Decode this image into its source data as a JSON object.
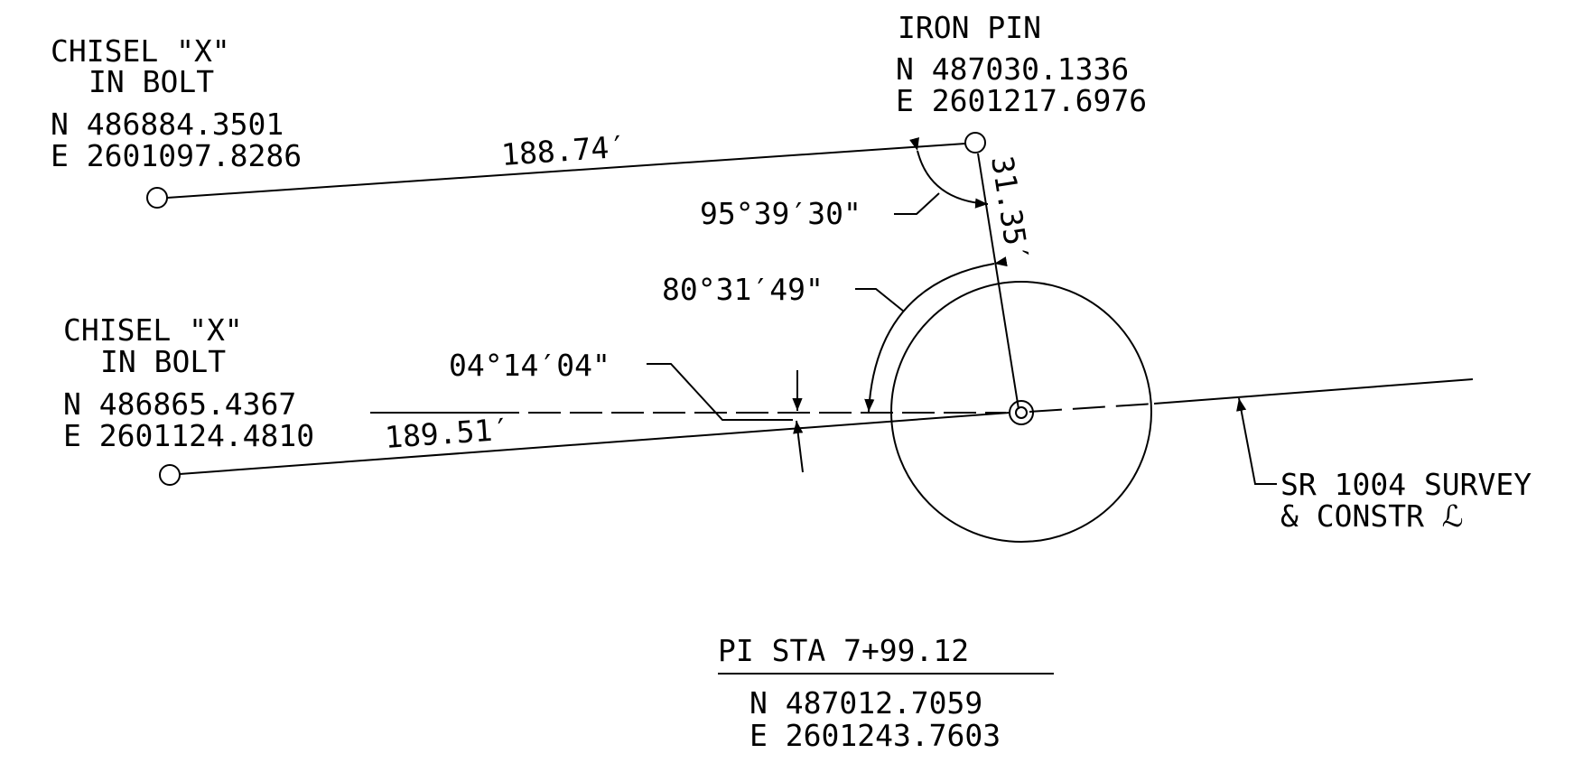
{
  "points": {
    "chisel_upper": {
      "label_line1": "CHISEL \"X\"",
      "label_line2": "IN BOLT",
      "northing": "N 486884.3501",
      "easting": "E 2601097.8286"
    },
    "chisel_lower": {
      "label_line1": "CHISEL \"X\"",
      "label_line2": "IN BOLT",
      "northing": "N 486865.4367",
      "easting": "E 2601124.4810"
    },
    "iron_pin": {
      "label": "IRON PIN",
      "northing": "N 487030.1336",
      "easting": "E 2601217.6976"
    },
    "pi": {
      "title": "PI STA 7+99.12",
      "northing": "N 487012.7059",
      "easting": "E 2601243.7603"
    }
  },
  "distances": {
    "upper": "188.74′",
    "lower": "189.51′",
    "iron_pin": "31.35′"
  },
  "angles": {
    "at_iron_pin": "95°39′30\"",
    "at_pi": "80°31′49\"",
    "skew": "04°14′04\""
  },
  "alignment": {
    "line1": "SR 1004 SURVEY",
    "line2": "& CONSTR ℒ"
  }
}
